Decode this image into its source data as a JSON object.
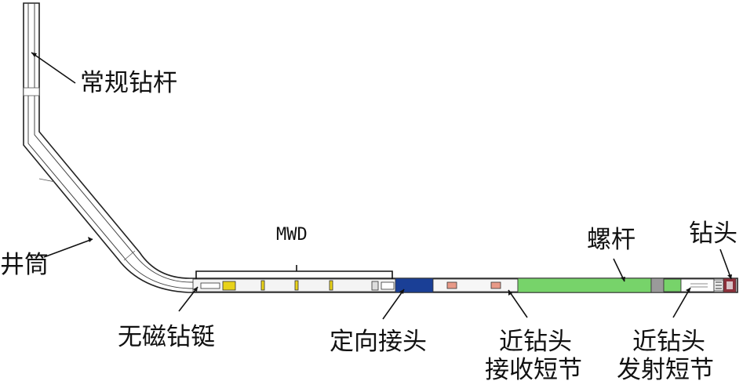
{
  "labels": {
    "drill_pipe": "常规钻杆",
    "wellbore": "井筒",
    "nonmag_collar": "无磁钻铤",
    "mwd": "MWD",
    "orienting_sub": "定向接头",
    "receiver_sub_line1": "近钻头",
    "receiver_sub_line2": "接收短节",
    "screw_motor": "螺杆",
    "drill_bit": "钻头",
    "transmitter_sub_line1": "近钻头",
    "transmitter_sub_line2": "发射短节"
  },
  "colors": {
    "yellow_part": "#e8d21a",
    "blue_part": "#1a3f96",
    "green_part": "#77d36a",
    "pink_part": "#e89a88",
    "bit_red": "#8c2f3a",
    "gray_part": "#9a9a9a"
  }
}
